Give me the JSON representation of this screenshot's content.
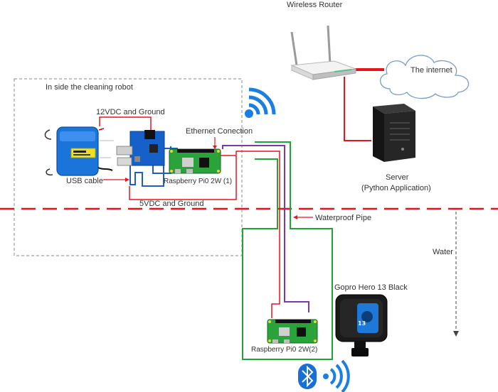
{
  "labels": {
    "router": "Wireless Router",
    "internet": "The internet",
    "robot_box": "In side the cleaning robot",
    "power_12v": "12VDC and Ground",
    "ethernet": "Ethernet Conection",
    "usb": "USB cable",
    "pi_1": "Raspberry Pi0 2W (1)",
    "power_5v": "5VDC and Ground",
    "server_name": "Server",
    "server_app": "(Python Application)",
    "pipe": "Waterproof Pipe",
    "water": "Water",
    "gopro": "Gopro Hero 13 Black",
    "pi_2": "Raspberry Pi0 2W(2)"
  },
  "colors": {
    "red": "#e8141c",
    "blue": "#1f5fb8",
    "green": "#22a33a",
    "purple": "#7b3aa6",
    "dash_gray": "#8a8a8a",
    "wifi_blue": "#1a7fe0",
    "cloud_stroke": "#7a9cc8"
  },
  "icons": {
    "battery": "battery-pack-icon",
    "converter": "dc-converter-icon",
    "router": "wireless-router-icon",
    "server": "server-tower-icon",
    "cloud": "cloud-icon",
    "wifi": "wifi-icon",
    "bluetooth": "bluetooth-icon",
    "camera": "action-camera-icon"
  }
}
